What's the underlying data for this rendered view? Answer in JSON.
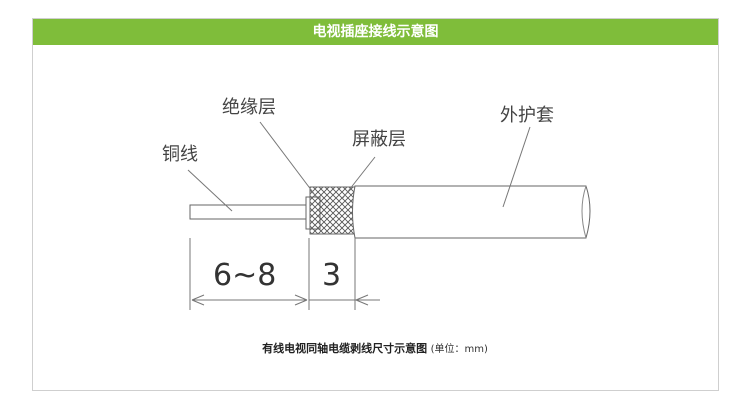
{
  "header": {
    "title": "电视插座接线示意图",
    "bg_color": "#7fbd3a",
    "text_color": "#ffffff"
  },
  "labels": {
    "copper_wire": "铜线",
    "insulation": "绝缘层",
    "shield": "屏蔽层",
    "jacket": "外护套"
  },
  "dimensions": {
    "copper_length": "6~8",
    "insulation_length": "3"
  },
  "caption": {
    "main": "有线电视同轴电缆剥线尺寸示意图",
    "unit": "(单位：mm)"
  },
  "colors": {
    "line": "#555555",
    "shield_fill": "#9a9a9a"
  }
}
